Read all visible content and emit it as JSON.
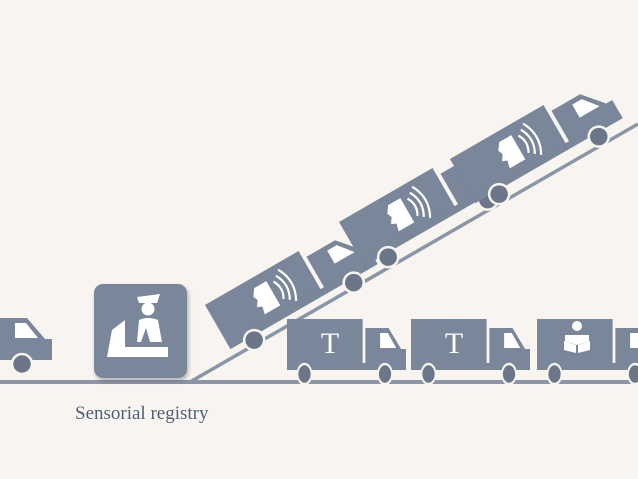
{
  "caption": "Sensorial registry",
  "colors": {
    "background": "#f8f5f1",
    "truck": "#7a8699",
    "truck_dark": "#6b7789",
    "line": "#8a96a8",
    "caption": "#4f5f78"
  },
  "icons": {
    "checkpoint": "customs-officer-icon",
    "scan": "sensor-wave-icon",
    "reader": "person-reading-icon"
  },
  "trailer_labels": [
    "T",
    "T"
  ]
}
